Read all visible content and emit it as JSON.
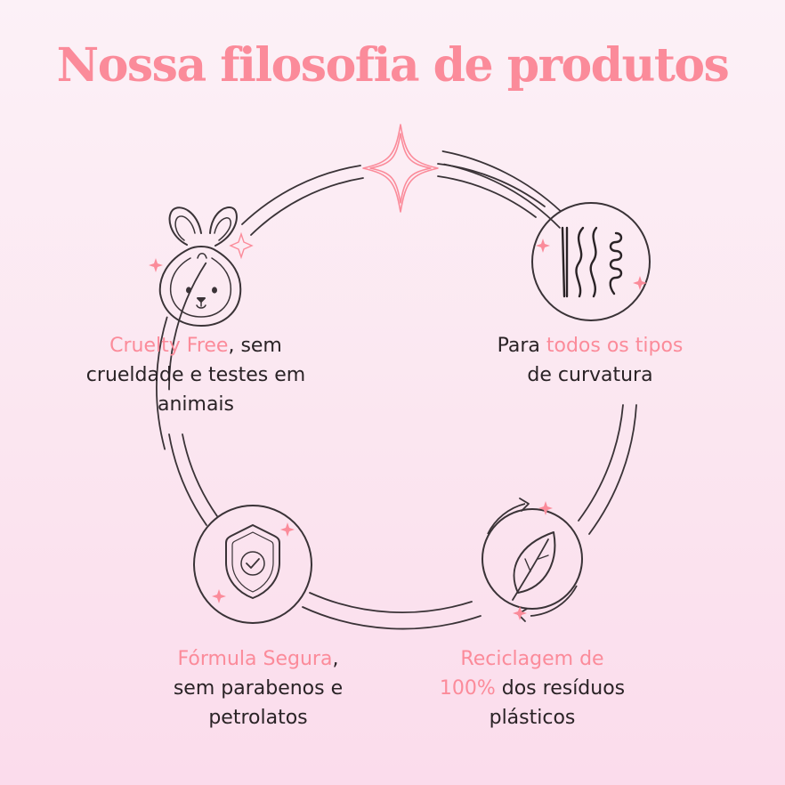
{
  "title": "Nossa filosofia de produtos",
  "colors": {
    "accent": "#fb8b9a",
    "line": "#3a3337",
    "background_top": "#fcf1f7",
    "background_bottom": "#fbdcec"
  },
  "features": [
    {
      "id": "cruelty-free",
      "icon": "bunny-icon",
      "highlight": "Cruelty Free",
      "line1_rest": ", sem",
      "line2": "crueldade e testes em",
      "line3": "animais"
    },
    {
      "id": "curl-types",
      "icon": "hair-curls-icon",
      "line1_pre": "Para ",
      "highlight": "todos os tipos",
      "line2": "de curvatura"
    },
    {
      "id": "safe-formula",
      "icon": "shield-check-icon",
      "highlight": "Fórmula Segura",
      "line1_rest": ",",
      "line2": "sem parabenos e",
      "line3": "petrolatos"
    },
    {
      "id": "recycling",
      "icon": "leaf-recycle-icon",
      "highlight": "Reciclagem de",
      "highlight2": "100%",
      "line2_rest": " dos resíduos",
      "line3": "plásticos"
    }
  ],
  "decorations": [
    "four-point-star-icon",
    "sparkle-icon",
    "circular-track"
  ]
}
